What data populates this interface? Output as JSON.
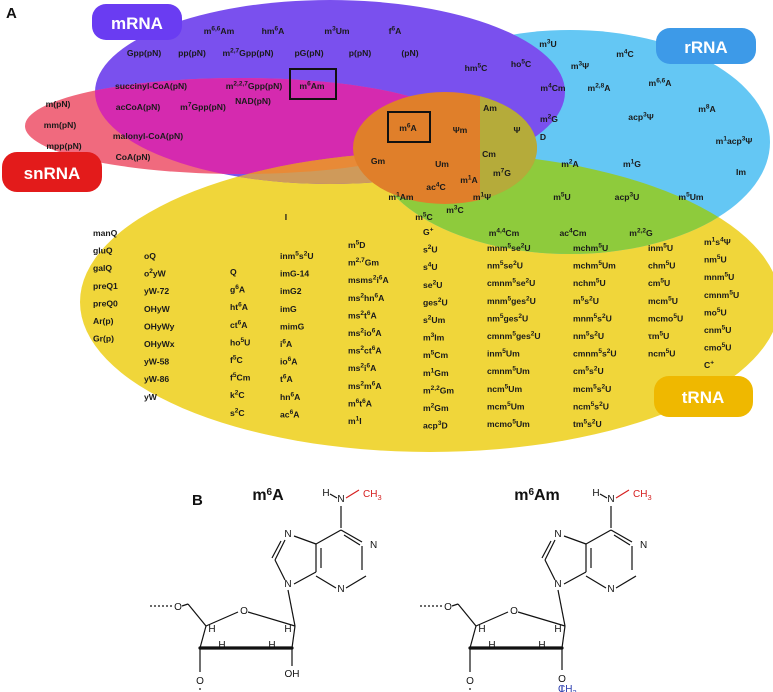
{
  "panels": {
    "a": "A",
    "b": "B"
  },
  "pills": {
    "mrna": {
      "label": "mRNA",
      "color": "#6a3cf2"
    },
    "rrna": {
      "label": "rRNA",
      "color": "#3d9ae8"
    },
    "snrna": {
      "label": "snRNA",
      "color": "#e31b1b"
    },
    "trna": {
      "label": "tRNA",
      "color": "#efb800"
    }
  },
  "colors": {
    "mrna_ellipse": "#7a50ee",
    "rrna_ellipse": "#64c7f4",
    "snrna_ellipse": "#f06a7e",
    "trna_ellipse": "#f0d63a",
    "mrna_snrna_overlap": "#d52aaf",
    "green_overlap": "#8ecb3c",
    "orange_overlap": "#e88a37",
    "tan_overlap": "#cf9a5a",
    "methyl_red": "#d62020",
    "methyl_blue": "#2a3cae"
  },
  "mrna_labels": [
    [
      "m",
      "6,6",
      "Am"
    ],
    [
      "hm",
      "6",
      "A"
    ],
    [
      "m",
      "3",
      "Um"
    ],
    [
      "f",
      "6",
      "A"
    ],
    [
      "Gpp(pN)"
    ],
    [
      "pp(pN)"
    ],
    [
      "m",
      "2,7",
      "Gpp(pN)"
    ],
    [
      "pG(pN)"
    ],
    [
      "p(pN)"
    ],
    [
      "(pN)"
    ]
  ],
  "snrna_labels": [
    [
      "m(pN)"
    ],
    [
      "mm(pN)"
    ],
    [
      "mpp(pN)"
    ]
  ],
  "mrna_snrna_labels": [
    [
      "succinyl-CoA(pN)"
    ],
    [
      "acCoA(pN)"
    ],
    [
      "m",
      "7",
      "Gpp(pN)"
    ],
    [
      "m",
      "2,2,7",
      "Gpp(pN)"
    ],
    [
      "NAD(pN)"
    ],
    [
      "malonyl-CoA(pN)"
    ],
    [
      "CoA(pN)"
    ]
  ],
  "boxed_labels": {
    "m6am": [
      "m",
      "6",
      "Am"
    ],
    "m6a": [
      "m",
      "6",
      "A"
    ]
  },
  "rrna_labels": [
    [
      "m",
      "3",
      "U"
    ],
    [
      "hm",
      "5",
      "C"
    ],
    [
      "ho",
      "5",
      "C"
    ],
    [
      "m",
      "3",
      "Ψ"
    ],
    [
      "m",
      "4",
      "C"
    ],
    [
      "m",
      "4",
      "Cm"
    ],
    [
      "m",
      "2,8",
      "A"
    ],
    [
      "m",
      "6,6",
      "A"
    ],
    [
      "acp",
      "3",
      "Ψ"
    ],
    [
      "m",
      "8",
      "A"
    ],
    [
      "m",
      "1",
      "acp",
      "3",
      "Ψ"
    ],
    [
      "Im"
    ]
  ],
  "center_labels": [
    [
      "Am"
    ],
    [
      "Ψm"
    ],
    [
      "Ψ"
    ],
    [
      "m",
      "2",
      "G"
    ],
    [
      "D"
    ],
    [
      "Gm"
    ],
    [
      "Um"
    ],
    [
      "Cm"
    ],
    [
      "m",
      "7",
      "G"
    ],
    [
      "ac",
      "4",
      "C"
    ],
    [
      "m",
      "1",
      "A"
    ],
    [
      "m",
      "1",
      "Am"
    ],
    [
      "m",
      "1",
      "Ψ"
    ],
    [
      "m",
      "5",
      "C"
    ],
    [
      "m",
      "3",
      "C"
    ],
    [
      "I"
    ]
  ],
  "green_labels": [
    [
      "m",
      "2",
      "A"
    ],
    [
      "m",
      "1",
      "G"
    ],
    [
      "m",
      "5",
      "U"
    ],
    [
      "acp",
      "3",
      "U"
    ],
    [
      "m",
      "5",
      "Um"
    ],
    [
      "m",
      "4,4",
      "Cm"
    ],
    [
      "ac",
      "4",
      "Cm"
    ],
    [
      "m",
      "2,2",
      "G"
    ]
  ],
  "trna_col1": [
    "manQ",
    "gluQ",
    "galQ",
    "preQ1",
    "preQ0",
    "Ar(p)",
    "Gr(p)"
  ],
  "trna_col2": [
    [
      "oQ"
    ],
    [
      "o",
      "2",
      "yW"
    ],
    [
      "yW-72"
    ],
    [
      "OHyW"
    ],
    [
      "OHyWy"
    ],
    [
      "OHyWx"
    ],
    [
      "yW-58"
    ],
    [
      "yW-86"
    ],
    [
      "yW"
    ]
  ],
  "trna_col3": [
    [
      "Q"
    ],
    [
      "g",
      "6",
      "A"
    ],
    [
      "ht",
      "6",
      "A"
    ],
    [
      "ct",
      "6",
      "A"
    ],
    [
      "ho",
      "5",
      "U"
    ],
    [
      "f",
      "5",
      "C"
    ],
    [
      "f",
      "5",
      "Cm"
    ],
    [
      "k",
      "2",
      "C"
    ],
    [
      "s",
      "2",
      "C"
    ]
  ],
  "trna_col4": [
    [
      "inm",
      "5",
      "s",
      "2",
      "U"
    ],
    [
      "imG-14"
    ],
    [
      "imG2"
    ],
    [
      "imG"
    ],
    [
      "mimG"
    ],
    [
      "i",
      "6",
      "A"
    ],
    [
      "io",
      "6",
      "A"
    ],
    [
      "t",
      "6",
      "A"
    ],
    [
      "hn",
      "6",
      "A"
    ],
    [
      "ac",
      "6",
      "A"
    ]
  ],
  "trna_col5": [
    [
      "m",
      "5",
      "D"
    ],
    [
      "m",
      "2,7",
      "Gm"
    ],
    [
      "msms",
      "2",
      "i",
      "6",
      "A"
    ],
    [
      "ms",
      "2",
      "hn",
      "6",
      "A"
    ],
    [
      "ms",
      "2",
      "t",
      "6",
      "A"
    ],
    [
      "ms",
      "2",
      "io",
      "6",
      "A"
    ],
    [
      "ms",
      "2",
      "ct",
      "6",
      "A"
    ],
    [
      "ms",
      "2",
      "i",
      "6",
      "A"
    ],
    [
      "ms",
      "2",
      "m",
      "6",
      "A"
    ],
    [
      "m",
      "6",
      "t",
      "6",
      "A"
    ],
    [
      "m",
      "1",
      "I"
    ]
  ],
  "trna_col6": [
    [
      "G",
      "+"
    ],
    [
      "s",
      "2",
      "U"
    ],
    [
      "s",
      "4",
      "U"
    ],
    [
      "se",
      "2",
      "U"
    ],
    [
      "ges",
      "2",
      "U"
    ],
    [
      "s",
      "2",
      "Um"
    ],
    [
      "m",
      "3",
      "Im"
    ],
    [
      "m",
      "5",
      "Cm"
    ],
    [
      "m",
      "1",
      "Gm"
    ],
    [
      "m",
      "2,2",
      "Gm"
    ],
    [
      "m",
      "2",
      "Gm"
    ],
    [
      "acp",
      "3",
      "D"
    ]
  ],
  "trna_col7": [
    [
      "mnm",
      "5",
      "se",
      "2",
      "U"
    ],
    [
      "nm",
      "5",
      "se",
      "2",
      "U"
    ],
    [
      "cmnm",
      "5",
      "se",
      "2",
      "U"
    ],
    [
      "mnm",
      "5",
      "ges",
      "2",
      "U"
    ],
    [
      "nm",
      "5",
      "ges",
      "2",
      "U"
    ],
    [
      "cmnm",
      "5",
      "ges",
      "2",
      "U"
    ],
    [
      "inm",
      "5",
      "Um"
    ],
    [
      "cmnm",
      "5",
      "Um"
    ],
    [
      "ncm",
      "5",
      "Um"
    ],
    [
      "mcm",
      "5",
      "Um"
    ],
    [
      "mcmo",
      "5",
      "Um"
    ]
  ],
  "trna_col8": [
    [
      "mchm",
      "5",
      "U"
    ],
    [
      "mchm",
      "5",
      "Um"
    ],
    [
      "nchm",
      "5",
      "U"
    ],
    [
      "m",
      "5",
      "s",
      "2",
      "U"
    ],
    [
      "mnm",
      "5",
      "s",
      "2",
      "U"
    ],
    [
      "nm",
      "5",
      "s",
      "2",
      "U"
    ],
    [
      "cmnm",
      "5",
      "s",
      "2",
      "U"
    ],
    [
      "cm",
      "5",
      "s",
      "2",
      "U"
    ],
    [
      "mcm",
      "5",
      "s",
      "2",
      "U"
    ],
    [
      "ncm",
      "5",
      "s",
      "2",
      "U"
    ],
    [
      "tm",
      "5",
      "s",
      "2",
      "U"
    ]
  ],
  "trna_col9": [
    [
      "inm",
      "5",
      "U"
    ],
    [
      "chm",
      "5",
      "U"
    ],
    [
      "cm",
      "5",
      "U"
    ],
    [
      "mcm",
      "5",
      "U"
    ],
    [
      "mcmo",
      "5",
      "U"
    ],
    [
      "τm",
      "5",
      "U"
    ],
    [
      "ncm",
      "5",
      "U"
    ]
  ],
  "trna_col10": [
    [
      "m",
      "1",
      "s",
      "4",
      "Ψ"
    ],
    [
      "nm",
      "5",
      "U"
    ],
    [
      "mnm",
      "5",
      "U"
    ],
    [
      "cmnm",
      "5",
      "U"
    ],
    [
      "mo",
      "5",
      "U"
    ],
    [
      "cnm",
      "5",
      "U"
    ],
    [
      "cmo",
      "5",
      "U"
    ],
    [
      "C",
      "+"
    ]
  ],
  "structures": {
    "left_title": [
      "m",
      "6",
      "A"
    ],
    "right_title": [
      "m",
      "6",
      "Am"
    ],
    "atoms": {
      "H": "H",
      "N": "N",
      "O": "O",
      "OH": "OH",
      "CH3": "CH",
      "CH3_sub": "3"
    }
  }
}
